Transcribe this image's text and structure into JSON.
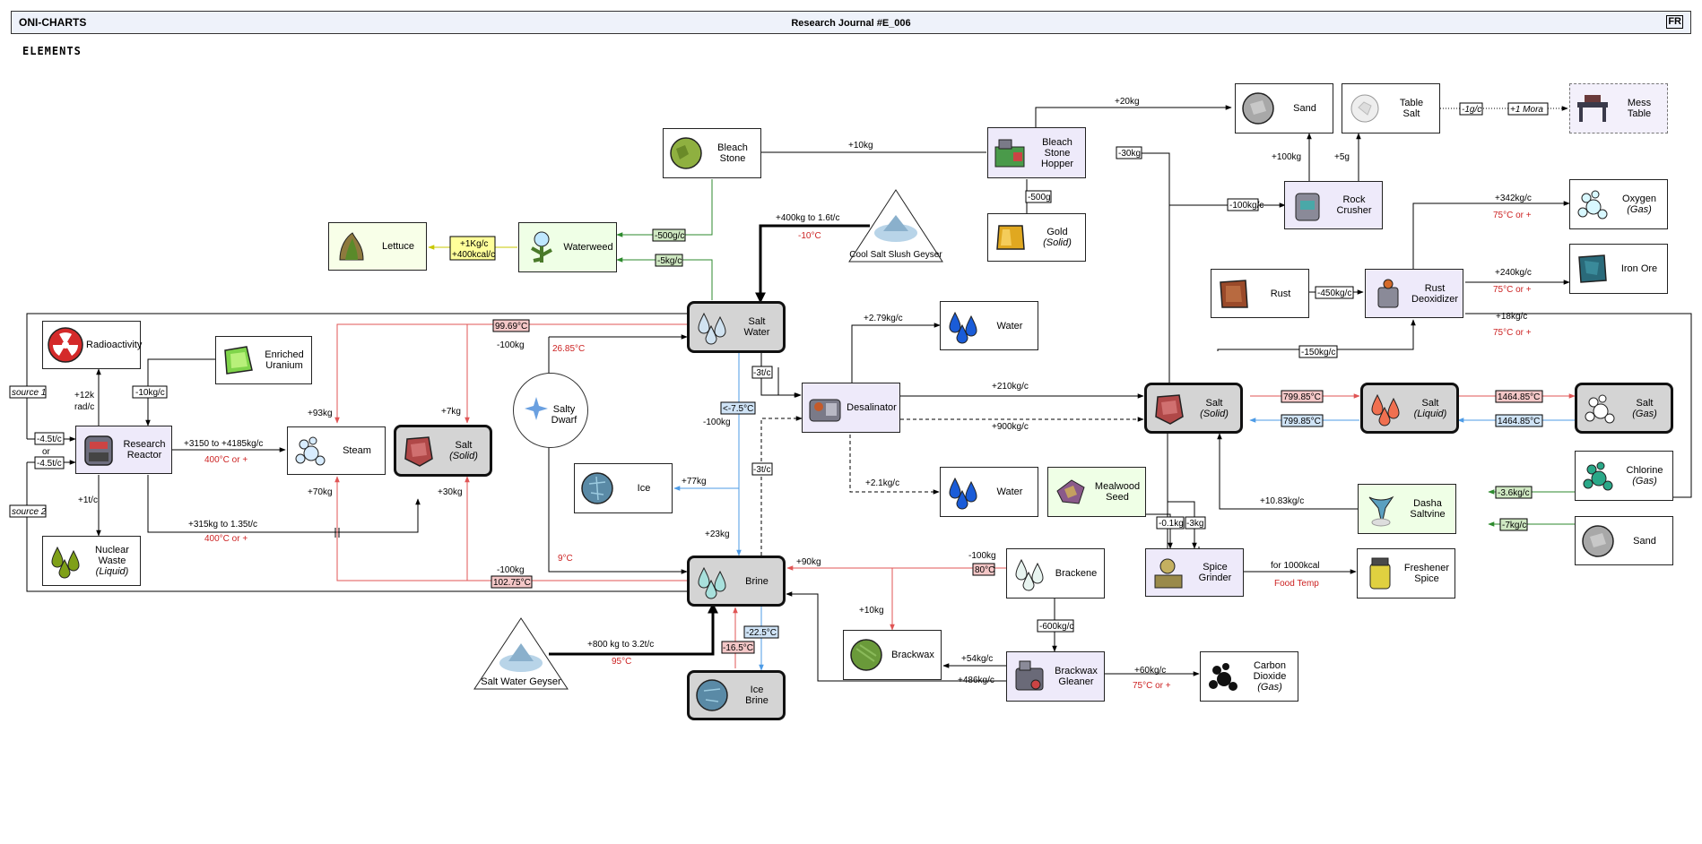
{
  "header": {
    "brand": "ONI-CHARTS",
    "journal": "Research Journal #E_006",
    "lang": "FR"
  },
  "section": "ELEMENTS",
  "nodes": {
    "radioactivity": "Radioactivity",
    "uranium": [
      "Enriched",
      "Uranium"
    ],
    "reactor": [
      "Research",
      "Reactor"
    ],
    "nuclear_waste": [
      "Nuclear",
      "Waste",
      "(Liquid)"
    ],
    "steam": "Steam",
    "salt_solid_left": [
      "Salt",
      "(Solid)"
    ],
    "lettuce": "Lettuce",
    "waterweed": "Waterweed",
    "bleach_stone": [
      "Bleach",
      "Stone"
    ],
    "salt_water": [
      "Salt",
      "Water"
    ],
    "cool_geyser": "Cool Salt Slush Geyser",
    "salty_dwarf": [
      "Salty",
      "Dwarf"
    ],
    "ice": "Ice",
    "brine": "Brine",
    "ice_brine": [
      "Ice",
      "Brine"
    ],
    "salt_geyser": "Salt Water Geyser",
    "desalinator": "Desalinator",
    "water_top": "Water",
    "water_bottom": "Water",
    "mealwood": [
      "Mealwood",
      "Seed"
    ],
    "bleach_hopper": [
      "Bleach",
      "Stone",
      "Hopper"
    ],
    "gold": [
      "Gold",
      "(Solid)"
    ],
    "sand_top": "Sand",
    "table_salt": [
      "Table",
      "Salt"
    ],
    "mess_table": [
      "Mess",
      "Table"
    ],
    "rock_crusher": [
      "Rock",
      "Crusher"
    ],
    "rust": "Rust",
    "rust_deox": [
      "Rust",
      "Deoxidizer"
    ],
    "oxygen": [
      "Oxygen",
      "(Gas)"
    ],
    "iron_ore": "Iron Ore",
    "salt_solid_center": [
      "Salt",
      "(Solid)"
    ],
    "salt_liquid": [
      "Salt",
      "(Liquid)"
    ],
    "salt_gas": [
      "Salt",
      "(Gas)"
    ],
    "chlorine": [
      "Chlorine",
      "(Gas)"
    ],
    "dasha": [
      "Dasha",
      "Saltvine"
    ],
    "sand_right": "Sand",
    "spice_grinder": [
      "Spice",
      "Grinder"
    ],
    "freshener": [
      "Freshener",
      "Spice"
    ],
    "brackene": "Brackene",
    "brackwax": "Brackwax",
    "brackwax_gleaner": [
      "Brackwax",
      "Gleaner"
    ],
    "co2": [
      "Carbon",
      "Dioxide",
      "(Gas)"
    ]
  },
  "labels": {
    "src1": "source 1",
    "src2": "source 2",
    "m45a": "-4.5t/c",
    "or": "or",
    "m45b": "-4.5t/c",
    "p12k": "+12k",
    "radc": "rad/c",
    "m10kg": "-10kg/c",
    "p1t": "+1t/c",
    "p3150": "+3150 to +4185kg/c",
    "t400a": "400°C or +",
    "p315": "+315kg to 1.35t/c",
    "t400b": "400°C or +",
    "p93": "+93kg",
    "p70": "+70kg",
    "p7": "+7kg",
    "p30": "+30kg",
    "t9969": "99.69°C",
    "m100a": "-100kg",
    "t2685": "26.85°C",
    "t9": "9°C",
    "m100b": "-100kg",
    "t10275": "102.75°C",
    "p1kg": "+1Kg/c",
    "p400kcal": "+400kcal/c",
    "m500": "-500g/c",
    "m5kg": "-5kg/c",
    "p10kg": "+10kg",
    "p400kg": "+400kg to 1.6t/c",
    "tm10": "-10°C",
    "m3ta": "-3t/c",
    "tm75": "<-7.5°C",
    "m100c": "-100kg",
    "m3tb": "-3t/c",
    "p77": "+77kg",
    "p23": "+23kg",
    "p90": "+90kg",
    "p800": "+800 kg to 3.2t/c",
    "t95": "95°C",
    "tm165": "-16.5°C",
    "tm225": "-22.5°C",
    "p279": "+2.79kg/c",
    "p210": "+210kg/c",
    "p900": "+900kg/c",
    "p21": "+2.1kg/c",
    "p20kg": "+20kg",
    "m30kg": "-30kg",
    "m500g": "-500g",
    "p100kg": "+100kg",
    "p5g": "+5g",
    "m1g": "-1g/c",
    "p1mora": "+1 Mora",
    "m100kgc": "-100kg/c",
    "m450": "-450kg/c",
    "p342": "+342kg/c",
    "t75a": "75°C or +",
    "p240": "+240kg/c",
    "t75b": "75°C or +",
    "p18": "+18kg/c",
    "t75c": "75°C or +",
    "m150": "-150kg/c",
    "t79985a": "799.85°C",
    "t79985b": "799.85°C",
    "t146485a": "1464.85°C",
    "t146485b": "1464.85°C",
    "m36": "-3.6kg/c",
    "m7kg": "-7kg/c",
    "p1083": "+10.83kg/c",
    "m01": "-0.1kg",
    "m3kg": "-3kg",
    "for1000": "for 1000kcal",
    "foodtemp": "Food Temp",
    "m100d": "-100kg",
    "t80": "80°C",
    "p10kgb": "+10kg",
    "m600": "-600kg/c",
    "p54": "+54kg/c",
    "p486": "+486kg/c",
    "p60": "+60kg/c",
    "t75d": "75°C or +"
  },
  "colors": {
    "heat": "#cc2222",
    "cold": "#4d9be6",
    "green": "#2d8a2d",
    "yellow": "#c8c800"
  }
}
